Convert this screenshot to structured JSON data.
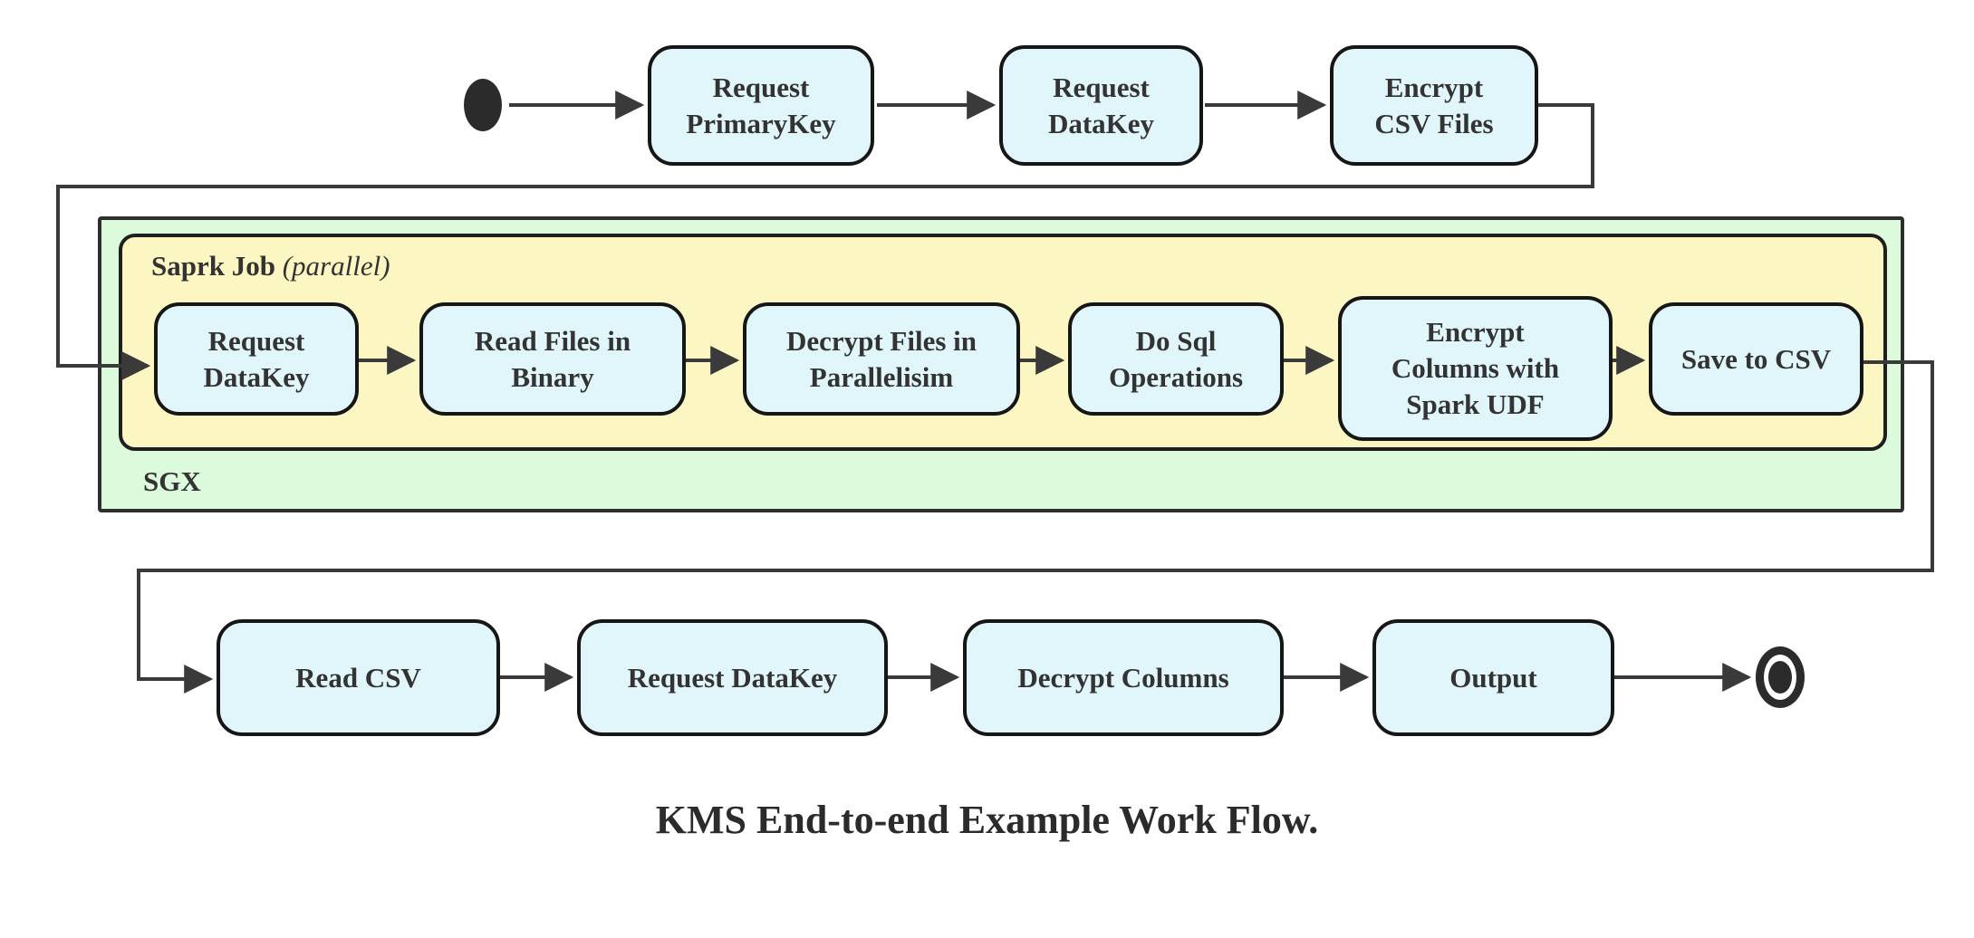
{
  "diagram": {
    "caption": "KMS End-to-end Example Work Flow.",
    "containers": {
      "spark": {
        "label": "Saprk Job",
        "qualifier": "(parallel)"
      },
      "sgx": {
        "label": "SGX"
      }
    },
    "nodes": {
      "top": [
        {
          "label": "Request\nPrimaryKey"
        },
        {
          "label": "Request\nDataKey"
        },
        {
          "label": "Encrypt\nCSV Files"
        }
      ],
      "spark": [
        {
          "label": "Request\nDataKey"
        },
        {
          "label": "Read Files in\nBinary"
        },
        {
          "label": "Decrypt Files in\nParallelisim"
        },
        {
          "label": "Do Sql\nOperations"
        },
        {
          "label": "Encrypt\nColumns with\nSpark UDF"
        },
        {
          "label": "Save to CSV"
        }
      ],
      "bottom": [
        {
          "label": "Read CSV"
        },
        {
          "label": "Request DataKey"
        },
        {
          "label": "Decrypt Columns"
        },
        {
          "label": "Output"
        }
      ]
    },
    "edges": [
      "start -> Request PrimaryKey",
      "Request PrimaryKey -> Request DataKey",
      "Request DataKey -> Encrypt CSV Files",
      "Encrypt CSV Files -> Request DataKey (SGX)",
      "Request DataKey (SGX) -> Read Files in Binary",
      "Read Files in Binary -> Decrypt Files in Parallelisim",
      "Decrypt Files in Parallelisim -> Do Sql Operations",
      "Do Sql Operations -> Encrypt Columns with Spark UDF",
      "Encrypt Columns with Spark UDF -> Save to CSV",
      "Save to CSV -> Read CSV",
      "Read CSV -> Request DataKey",
      "Request DataKey -> Decrypt Columns",
      "Decrypt Columns -> Output",
      "Output -> end"
    ],
    "colors": {
      "node_fill": "#e1f6fa",
      "node_border": "#161616",
      "sgx_fill": "#dcfadc",
      "spark_fill": "#fcf6c2",
      "arrow": "#3a3a3a",
      "text": "#333333"
    }
  }
}
